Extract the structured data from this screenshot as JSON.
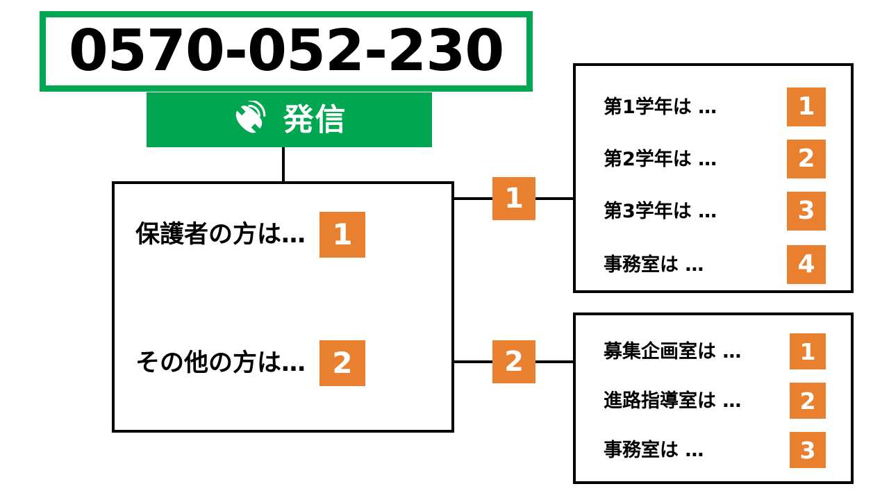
{
  "phone": {
    "number": "0570-052-230",
    "border_color": "#00a650"
  },
  "call_button": {
    "label": "発信",
    "icon": "phone-ringing-icon",
    "background_color": "#00a650"
  },
  "colors": {
    "accent_green": "#00a650",
    "accent_orange": "#e8802f",
    "line": "#000000"
  },
  "main_menu": {
    "options": [
      {
        "label": "保護者の方は…",
        "key": "1"
      },
      {
        "label": "その他の方は…",
        "key": "2"
      }
    ]
  },
  "branches": [
    {
      "key": "1"
    },
    {
      "key": "2"
    }
  ],
  "submenus": [
    {
      "from_key": "1",
      "options": [
        {
          "label": "第1学年は …",
          "key": "1"
        },
        {
          "label": "第2学年は …",
          "key": "2"
        },
        {
          "label": "第3学年は …",
          "key": "3"
        },
        {
          "label": "事務室は  …",
          "key": "4"
        }
      ]
    },
    {
      "from_key": "2",
      "options": [
        {
          "label": "募集企画室は …",
          "key": "1"
        },
        {
          "label": "進路指導室は …",
          "key": "2"
        },
        {
          "label": "事務室は …",
          "key": "3"
        }
      ]
    }
  ]
}
